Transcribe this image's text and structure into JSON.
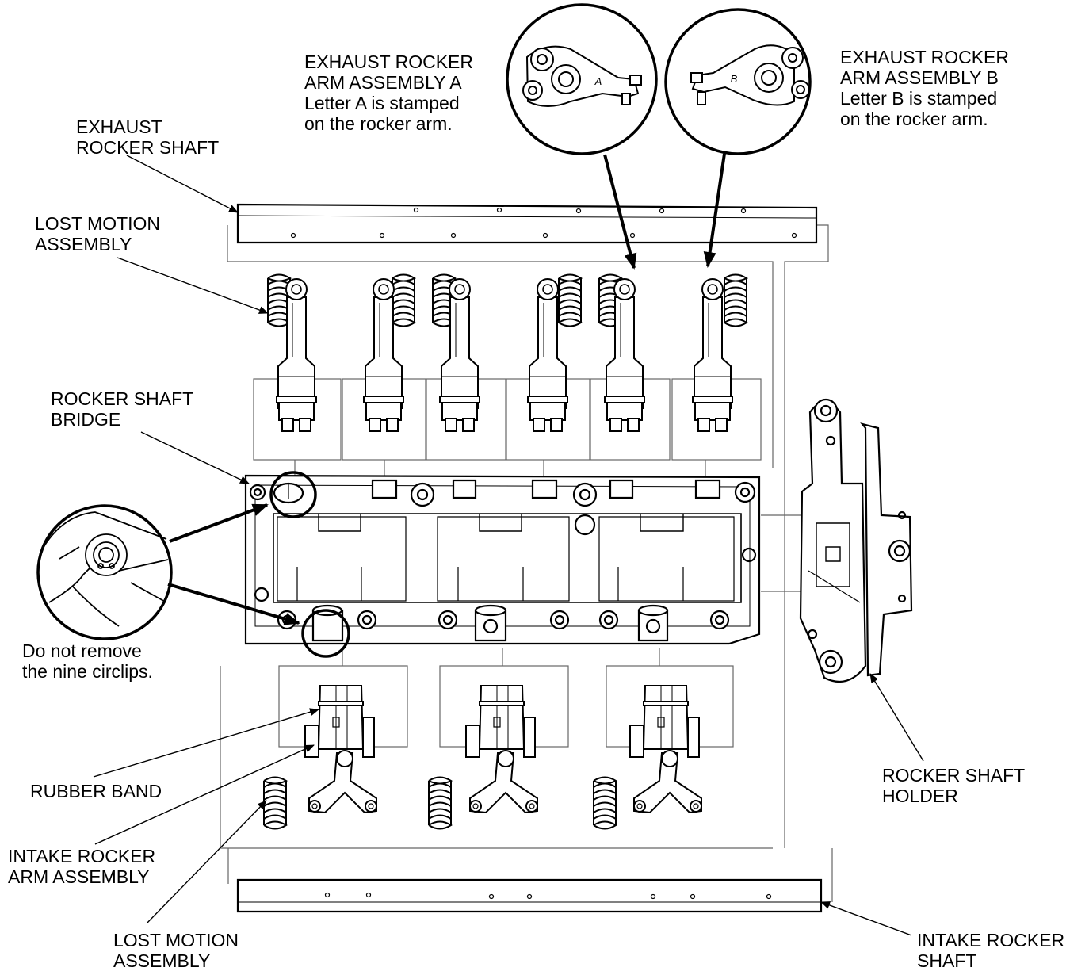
{
  "labels": {
    "exhaust_rocker_shaft": [
      "EXHAUST",
      "ROCKER SHAFT"
    ],
    "lost_motion_top": [
      "LOST MOTION",
      "ASSEMBLY"
    ],
    "rocker_shaft_bridge": [
      "ROCKER SHAFT",
      "BRIDGE"
    ],
    "circlip_note": [
      "Do not remove",
      "the nine circlips."
    ],
    "rubber_band": [
      "RUBBER BAND"
    ],
    "intake_rocker_arm": [
      "INTAKE ROCKER",
      "ARM ASSEMBLY"
    ],
    "lost_motion_bottom": [
      "LOST MOTION",
      "ASSEMBLY"
    ],
    "exhaust_arm_a": [
      "EXHAUST ROCKER",
      "ARM ASSEMBLY A",
      "Letter A is stamped",
      "on the rocker arm."
    ],
    "exhaust_arm_b": [
      "EXHAUST ROCKER",
      "ARM ASSEMBLY B",
      "Letter B is stamped",
      "on the rocker arm."
    ],
    "rocker_shaft_holder": [
      "ROCKER SHAFT",
      "HOLDER"
    ],
    "intake_rocker_shaft": [
      "INTAKE ROCKER",
      "SHAFT"
    ]
  },
  "stamp_letters": {
    "a": "A",
    "b": "B"
  },
  "colors": {
    "line": "#000000",
    "thin": "#555555",
    "background": "#ffffff"
  }
}
